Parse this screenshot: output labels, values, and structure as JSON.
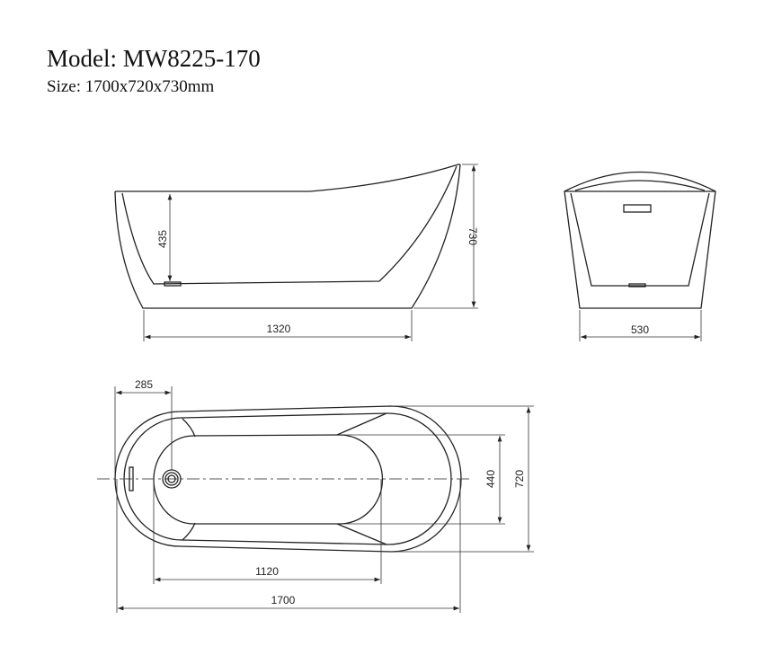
{
  "header": {
    "model": "Model: MW8225-170",
    "size": "Size: 1700x720x730mm"
  },
  "dimensions": {
    "side_depth": "435",
    "side_height": "730",
    "side_length": "1320",
    "end_width": "530",
    "drain_offset": "285",
    "inner_width": "440",
    "outer_width": "720",
    "inner_length": "1120",
    "outer_length": "1700"
  }
}
